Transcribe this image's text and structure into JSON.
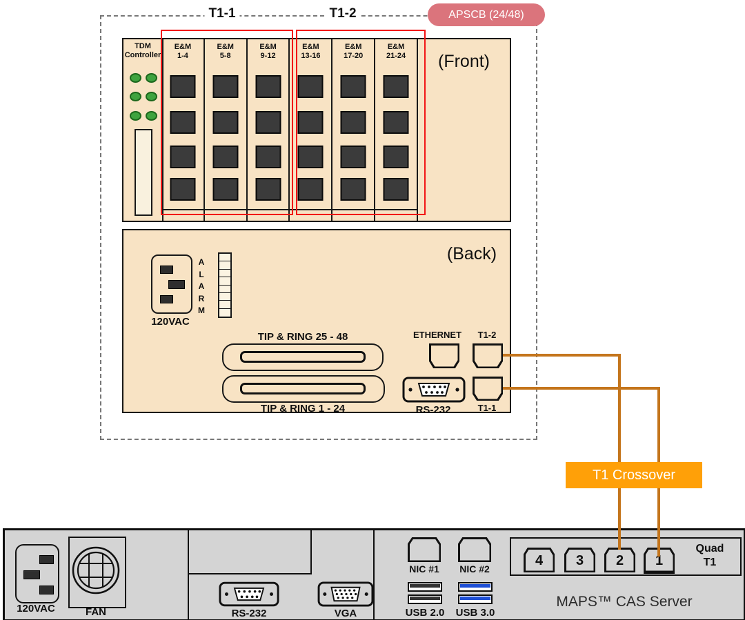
{
  "colors": {
    "panel_beige": "#F8E3C4",
    "server_gray": "#D4D4D4",
    "badge_pink": "#DB747C",
    "group_red": "#F21515",
    "wire_orange": "#C4751C",
    "crossover_orange": "#FFA008",
    "led_green": "#3FA33F",
    "usb3_blue": "#1E4FD6",
    "jack_dark": "#3B3B3B"
  },
  "apscb": {
    "badge_label": "APSCB (24/48)",
    "group1_label": "T1-1",
    "group2_label": "T1-2",
    "front": {
      "panel_label": "(Front)",
      "tdm_line1": "TDM",
      "tdm_line2": "Controller",
      "cards": [
        {
          "line1": "E&M",
          "line2": "1-4"
        },
        {
          "line1": "E&M",
          "line2": "5-8"
        },
        {
          "line1": "E&M",
          "line2": "9-12"
        },
        {
          "line1": "E&M",
          "line2": "13-16"
        },
        {
          "line1": "E&M",
          "line2": "17-20"
        },
        {
          "line1": "E&M",
          "line2": "21-24"
        }
      ]
    },
    "back": {
      "panel_label": "(Back)",
      "power_label": "120VAC",
      "alarm_label": "ALARM",
      "tip_ring_upper_label": "TIP & RING 25 - 48",
      "tip_ring_lower_label": "TIP & RING 1 - 24",
      "ethernet_label": "ETHERNET",
      "t1_2_label": "T1-2",
      "rs232_label": "RS-232",
      "t1_1_label": "T1-1"
    }
  },
  "crossover_label": "T1 Crossover",
  "server": {
    "power_label": "120VAC",
    "fan_label": "FAN",
    "rs232_label": "RS-232",
    "vga_label": "VGA",
    "nic1_label": "NIC #1",
    "nic2_label": "NIC #2",
    "usb2_label": "USB 2.0",
    "usb3_label": "USB 3.0",
    "quad_t1_ports": [
      "4",
      "3",
      "2",
      "1"
    ],
    "quad_label_line1": "Quad",
    "quad_label_line2": "T1",
    "server_name": "MAPS™ CAS Server"
  }
}
